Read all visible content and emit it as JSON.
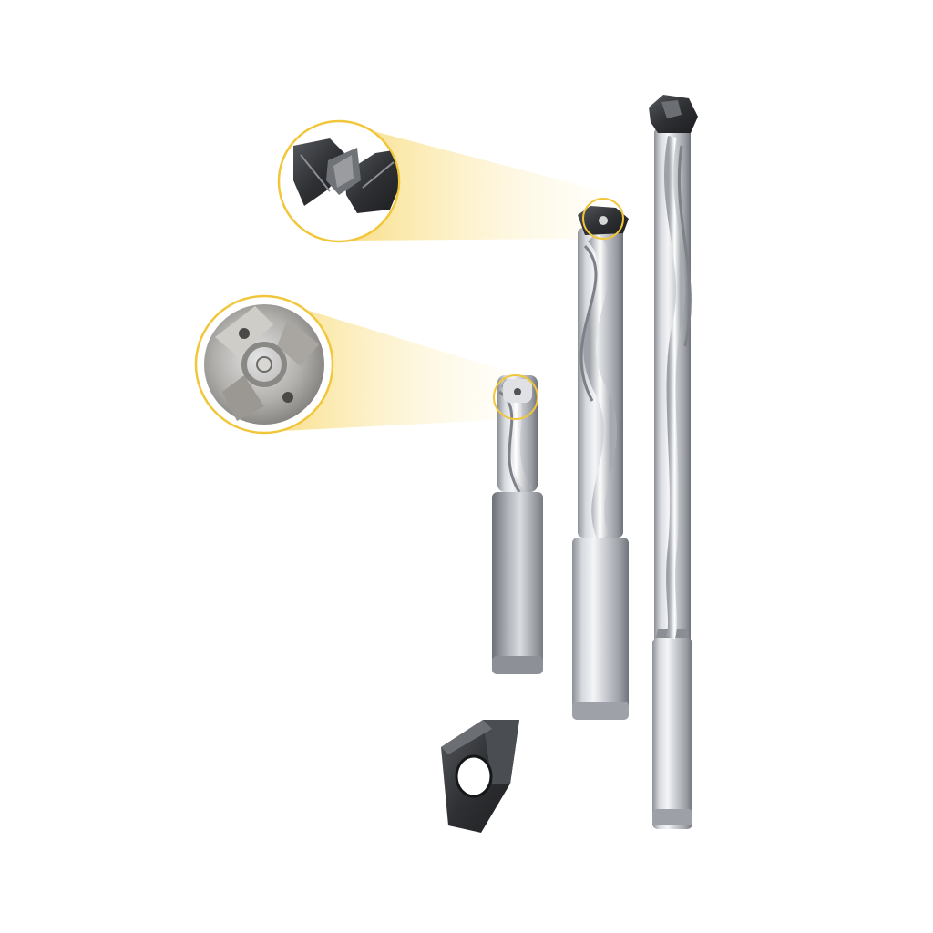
{
  "scene": {
    "kind": "product-photo",
    "background_color": "#ffffff",
    "accent_color": "#f2c63b",
    "callout_fill_color": "#fbe9a6",
    "steel_light": "#e9ebee",
    "steel_mid": "#b8bcc2",
    "steel_dark": "#6e737b",
    "carbide_color": "#2f3134"
  },
  "items": [
    {
      "name": "short-drill",
      "icon": "drill-with-through-coolant-tip"
    },
    {
      "name": "medium-drill",
      "icon": "drill-with-replaceable-insert-head"
    },
    {
      "name": "long-drill",
      "icon": "long-drill-with-insert-head"
    },
    {
      "name": "loose-insert",
      "icon": "indexable-carbide-insert"
    },
    {
      "name": "zoom-callout-top",
      "icon": "magnified-carbide-insert-head"
    },
    {
      "name": "zoom-callout-middle",
      "icon": "magnified-drill-tip-face"
    }
  ]
}
